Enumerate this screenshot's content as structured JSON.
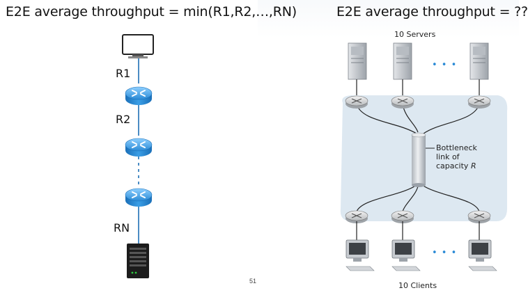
{
  "left": {
    "title": "E2E average throughput = min(R1,R2,…,RN)",
    "labels": {
      "r1": "R1",
      "r2": "R2",
      "rn": "RN"
    }
  },
  "right": {
    "title": "E2E average throughput = ??",
    "servers_label": "10 Servers",
    "clients_label": "10 Clients",
    "bottleneck": {
      "line1": "Bottleneck",
      "line2": "link of",
      "line3": "capacity",
      "var": "R"
    },
    "ellipsis": "• • •"
  },
  "page_number": "51",
  "colors": {
    "router_blue": "#2f8fd6",
    "cloud": "#dde8f1",
    "link": "#1e6fb5",
    "server": "#c9cdd3"
  }
}
